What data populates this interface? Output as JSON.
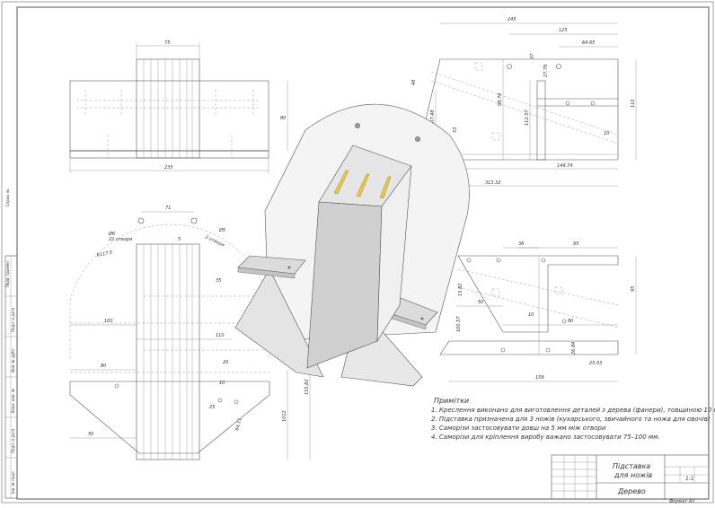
{
  "drawing": {
    "notes_title": "Примітки",
    "notes": [
      "1. Креслення виконано для виготовлення деталей з дерева (фанери), товщиною 10 мм",
      "2. Підставка призначена для 3 ножів (кухарського, звичайного та ножа для овочів)",
      "3. Саморізи застосовувати довш на 5 мм між отвори",
      "4. Саморізи для кріплення виробу важано застосовувати 75–100 мм."
    ],
    "title_block": {
      "name_line1": "Підставка",
      "name_line2": "для ножів",
      "material": "Дерево",
      "sheet_count": "1:1",
      "format": "Формат   А3"
    },
    "front_view_dims": [
      "75",
      "80",
      "235"
    ],
    "plan_view_dims": [
      "71",
      "5",
      "35",
      "100",
      "110",
      "80",
      "20",
      "10",
      "25",
      "50",
      "64.11",
      "155.82",
      "1012"
    ],
    "plan_view_labels": [
      "R117.5",
      "Ø6",
      "22 отвори",
      "2 отвори",
      "Ø5"
    ],
    "side_view_dims": [
      "245",
      "125",
      "64.65",
      "37",
      "27.79",
      "48",
      "98.74",
      "112.57",
      "110",
      "207.48",
      "53",
      "10",
      "149.74",
      "313.32"
    ],
    "lower_view_dims": [
      "38",
      "95",
      "15.82",
      "50",
      "10",
      "80",
      "100.57",
      "26.84",
      "25.03",
      "159"
    ],
    "side_stamps": [
      "Інв. № подл.",
      "Подп. и дата",
      "Взам. инв. №",
      "Инв. № дубл.",
      "Подп. и дата",
      "Перв. примен.",
      "Справ. №"
    ]
  }
}
